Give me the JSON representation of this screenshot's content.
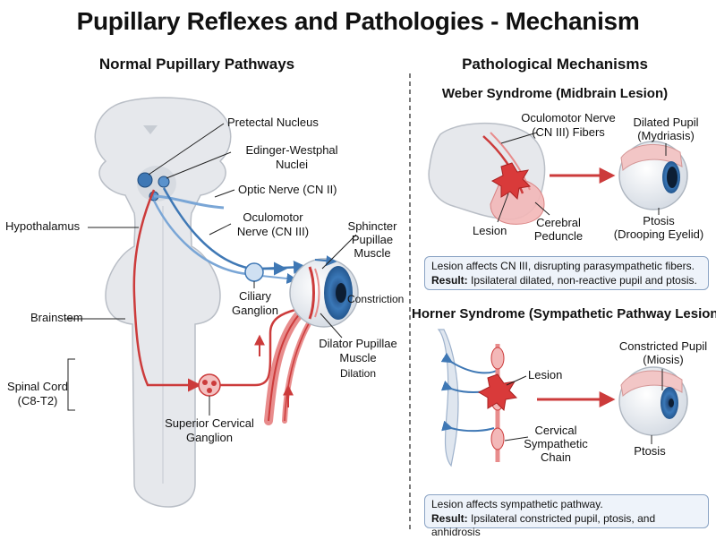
{
  "title": "Pupillary Reflexes and Pathologies - Mechanism",
  "left_panel": {
    "heading": "Normal Pupillary Pathways",
    "labels": {
      "pretectal": "Pretectal Nucleus",
      "edinger_1": "Edinger-Westphal",
      "edinger_2": "Nuclei",
      "optic": "Optic Nerve (CN II)",
      "oculomotor_1": "Oculomotor",
      "oculomotor_2": "Nerve (CN III)",
      "hypothalamus": "Hypothalamus",
      "sphincter_1": "Sphincter",
      "sphincter_2": "Pupillae",
      "sphincter_3": "Muscle",
      "ciliary_1": "Ciliary",
      "ciliary_2": "Ganglion",
      "constriction": "Constriction",
      "brainstem": "Brainstem",
      "dilator_1": "Dilator Pupillae",
      "dilator_2": "Muscle",
      "dilation": "Dilation",
      "spinal_1": "Spinal Cord",
      "spinal_2": "(C8-T2)",
      "scg_1": "Superior Cervical",
      "scg_2": "Ganglion"
    }
  },
  "right_panel": {
    "heading": "Pathological Mechanisms",
    "weber": {
      "heading": "Weber Syndrome (Midbrain Lesion)",
      "oculomotor_1": "Oculomotor Nerve",
      "oculomotor_2": "(CN III) Fibers",
      "dilated_1": "Dilated Pupil",
      "dilated_2": "(Mydriasis)",
      "lesion": "Lesion",
      "peduncle_1": "Cerebral",
      "peduncle_2": "Peduncle",
      "ptosis_1": "Ptosis",
      "ptosis_2": "(Drooping Eyelid)",
      "box_line1": "Lesion affects CN III, disrupting parasympathetic fibers.",
      "box_result_label": "Result:",
      "box_result_text": " Ipsilateral dilated, non-reactive pupil and ptosis."
    },
    "horner": {
      "heading": "Horner Syndrome (Sympathetic Pathway Lesion)",
      "constricted_1": "Constricted Pupil",
      "constricted_2": "(Miosis)",
      "lesion": "Lesion",
      "chain_1": "Cervical",
      "chain_2": "Sympathetic",
      "chain_3": "Chain",
      "ptosis": "Ptosis",
      "box_line1": "Lesion affects sympathetic pathway.",
      "box_result_label": "Result:",
      "box_result_text": " Ipsilateral constricted pupil, ptosis, and anhidrosis"
    }
  },
  "colors": {
    "parasympathetic": "#3f78b5",
    "sympathetic": "#cc3b3b",
    "tissue": "#e4e6ea",
    "lesion": "#d93a3a"
  }
}
